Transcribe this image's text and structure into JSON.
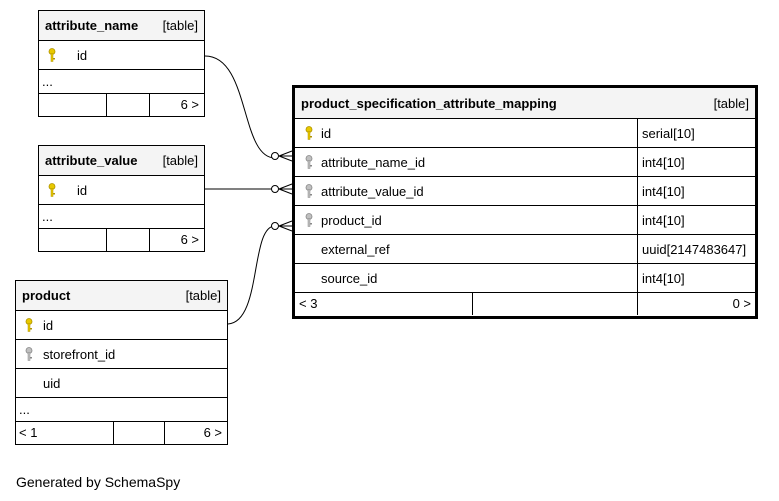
{
  "tables": {
    "attribute_name": {
      "name": "attribute_name",
      "tag": "[table]",
      "columns": [
        {
          "name": "id",
          "key": "primary"
        }
      ],
      "ellipsis": "...",
      "footer": {
        "left": "",
        "right": "6 >"
      }
    },
    "attribute_value": {
      "name": "attribute_value",
      "tag": "[table]",
      "columns": [
        {
          "name": "id",
          "key": "primary"
        }
      ],
      "ellipsis": "...",
      "footer": {
        "left": "",
        "right": "6 >"
      }
    },
    "product": {
      "name": "product",
      "tag": "[table]",
      "columns": [
        {
          "name": "id",
          "key": "primary"
        },
        {
          "name": "storefront_id",
          "key": "foreign"
        },
        {
          "name": "uid",
          "key": "none"
        }
      ],
      "ellipsis": "...",
      "footer": {
        "left": "< 1",
        "right": "6 >"
      }
    },
    "mapping": {
      "name": "product_specification_attribute_mapping",
      "tag": "[table]",
      "columns": [
        {
          "name": "id",
          "type": "serial[10]",
          "key": "primary"
        },
        {
          "name": "attribute_name_id",
          "type": "int4[10]",
          "key": "foreign"
        },
        {
          "name": "attribute_value_id",
          "type": "int4[10]",
          "key": "foreign"
        },
        {
          "name": "product_id",
          "type": "int4[10]",
          "key": "foreign"
        },
        {
          "name": "external_ref",
          "type": "uuid[2147483647]",
          "key": "none"
        },
        {
          "name": "source_id",
          "type": "int4[10]",
          "key": "none"
        }
      ],
      "footer": {
        "left": "< 3",
        "right": "0 >"
      }
    }
  },
  "footer_note": "Generated by SchemaSpy",
  "colors": {
    "primary_key": "#e8c800",
    "foreign_key": "#a8a8a8",
    "header_bg": "#f4f4f4"
  }
}
